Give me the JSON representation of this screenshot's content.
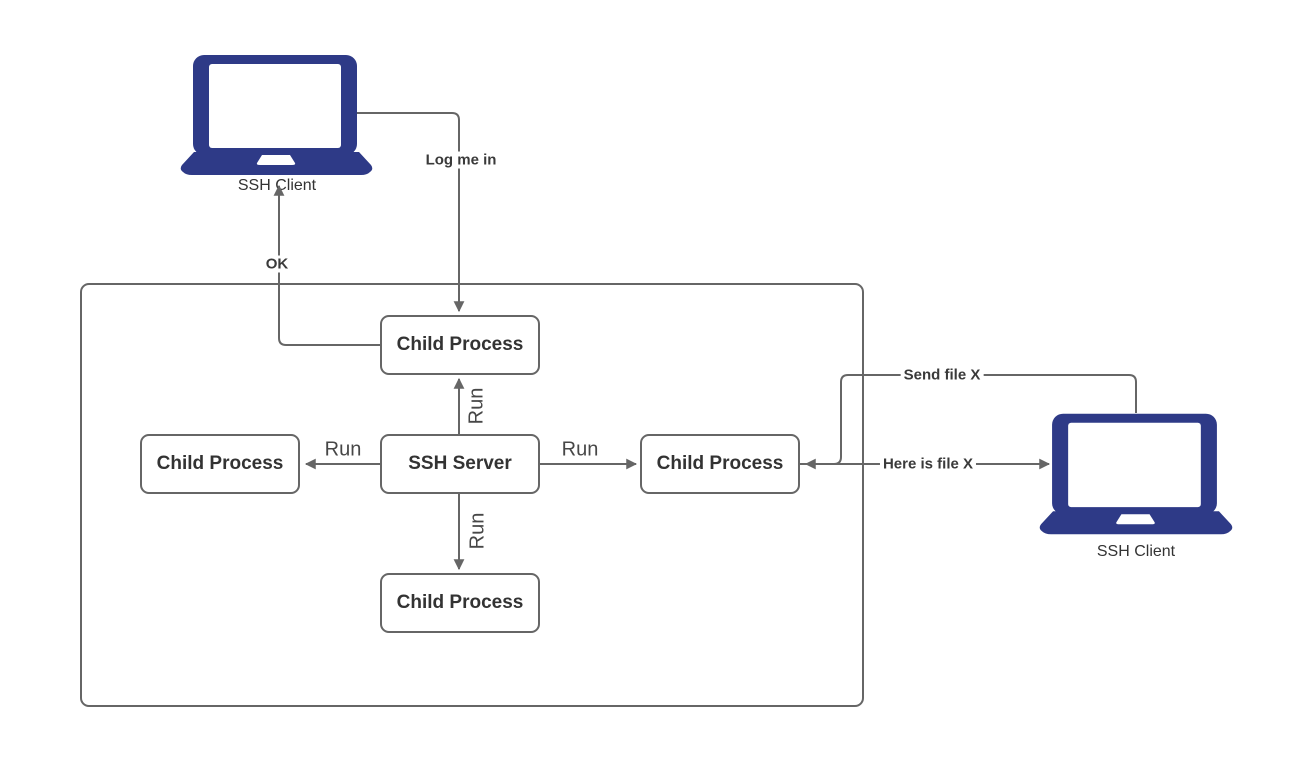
{
  "diagram": {
    "title_hint": "SSH client-server process diagram",
    "nodes": {
      "client_top": {
        "label": "SSH Client"
      },
      "client_right": {
        "label": "SSH Client"
      },
      "server": {
        "label": "SSH Server"
      },
      "child_top": {
        "label": "Child Process"
      },
      "child_left": {
        "label": "Child Process"
      },
      "child_right": {
        "label": "Child Process"
      },
      "child_bottom": {
        "label": "Child Process"
      }
    },
    "edges": {
      "log_me_in": {
        "label": "Log me in"
      },
      "ok": {
        "label": "OK"
      },
      "run_up": {
        "label": "Run"
      },
      "run_left": {
        "label": "Run"
      },
      "run_right": {
        "label": "Run"
      },
      "run_down": {
        "label": "Run"
      },
      "send_file": {
        "label": "Send file X"
      },
      "here_file": {
        "label": "Here is file X"
      }
    },
    "colors": {
      "laptop_fill": "#2e3a87",
      "line": "#666666",
      "node_border": "#666666",
      "text": "#333333"
    }
  }
}
